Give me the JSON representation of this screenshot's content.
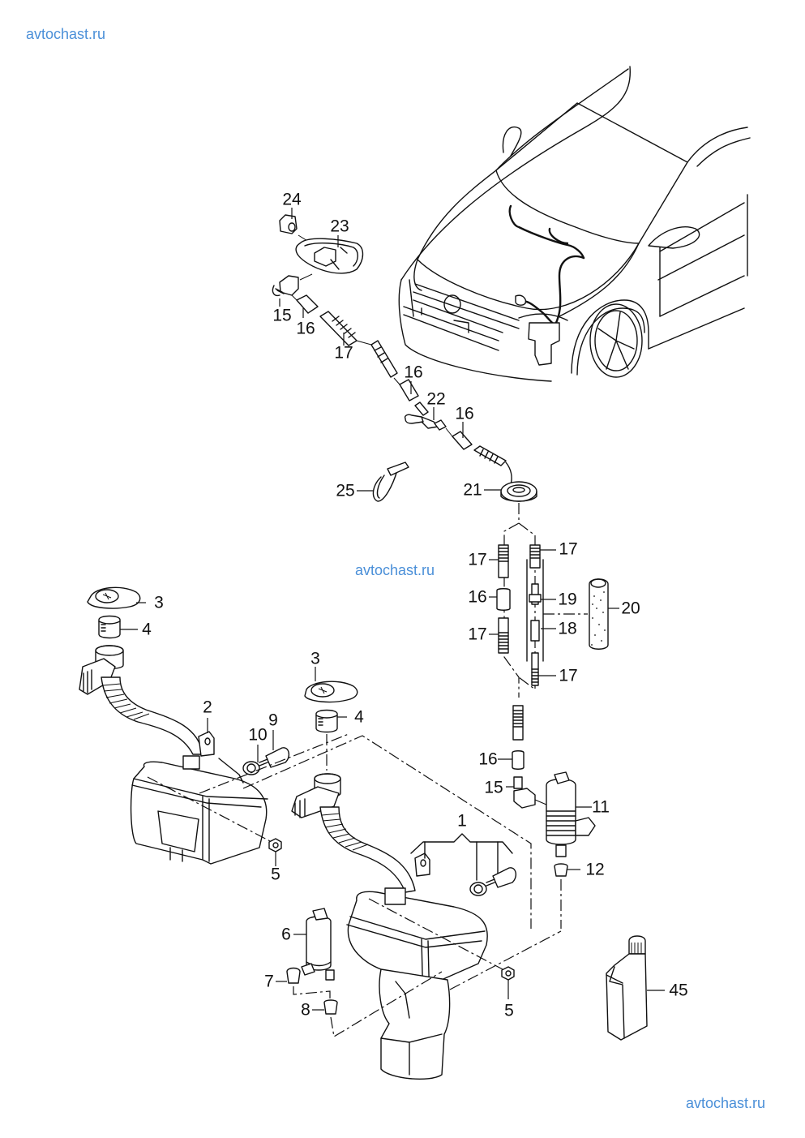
{
  "watermarks": [
    {
      "id": "top-left",
      "text": "avtochast.ru"
    },
    {
      "id": "middle",
      "text": "avtochast.ru"
    },
    {
      "id": "bottom-right",
      "text": "avtochast.ru"
    }
  ],
  "watermark_color": "#4a8fd8",
  "diagram": {
    "subject": "Windscreen washer system with reservoir, pump, hoses and nozzle (exploded parts view)",
    "callouts": [
      {
        "number": "24",
        "part": "nozzle cap"
      },
      {
        "number": "23",
        "part": "washer jet / nozzle"
      },
      {
        "number": "15",
        "part": "connector (upper)"
      },
      {
        "number": "16",
        "part": "hose connector (upper)"
      },
      {
        "number": "17",
        "part": "washer hose (upper)"
      },
      {
        "number": "16",
        "part": "hose connector (mid)"
      },
      {
        "number": "22",
        "part": "Y-piece"
      },
      {
        "number": "16",
        "part": "hose connector (lower)"
      },
      {
        "number": "25",
        "part": "cable tie"
      },
      {
        "number": "21",
        "part": "grommet"
      },
      {
        "number": "17",
        "part": "hose (left column top)"
      },
      {
        "number": "16",
        "part": "connector (left column)"
      },
      {
        "number": "17",
        "part": "hose (left column bottom)"
      },
      {
        "number": "17",
        "part": "hose (right column top)"
      },
      {
        "number": "19",
        "part": "non-return valve"
      },
      {
        "number": "18",
        "part": "connector with valve"
      },
      {
        "number": "17",
        "part": "hose (right column bottom)"
      },
      {
        "number": "20",
        "part": "insulation sleeve"
      },
      {
        "number": "3",
        "part": "filler cap (left)"
      },
      {
        "number": "4",
        "part": "strainer (left)"
      },
      {
        "number": "2",
        "part": "washer fluid reservoir"
      },
      {
        "number": "10",
        "part": "seal (left)"
      },
      {
        "number": "9",
        "part": "level sensor (left)"
      },
      {
        "number": "5",
        "part": "nut (left)"
      },
      {
        "number": "3",
        "part": "filler cap (right)"
      },
      {
        "number": "4",
        "part": "strainer (right)"
      },
      {
        "number": "16",
        "part": "connector (pump line)"
      },
      {
        "number": "15",
        "part": "connector (pump)"
      },
      {
        "number": "11",
        "part": "washer pump (twin)"
      },
      {
        "number": "12",
        "part": "pump grommet"
      },
      {
        "number": "1",
        "part": "washer fluid reservoir assembly"
      },
      {
        "number": "6",
        "part": "washer pump"
      },
      {
        "number": "7",
        "part": "plug"
      },
      {
        "number": "8",
        "part": "pump grommet"
      },
      {
        "number": "5",
        "part": "nut (right)"
      },
      {
        "number": "45",
        "part": "windscreen washer fluid"
      }
    ]
  }
}
